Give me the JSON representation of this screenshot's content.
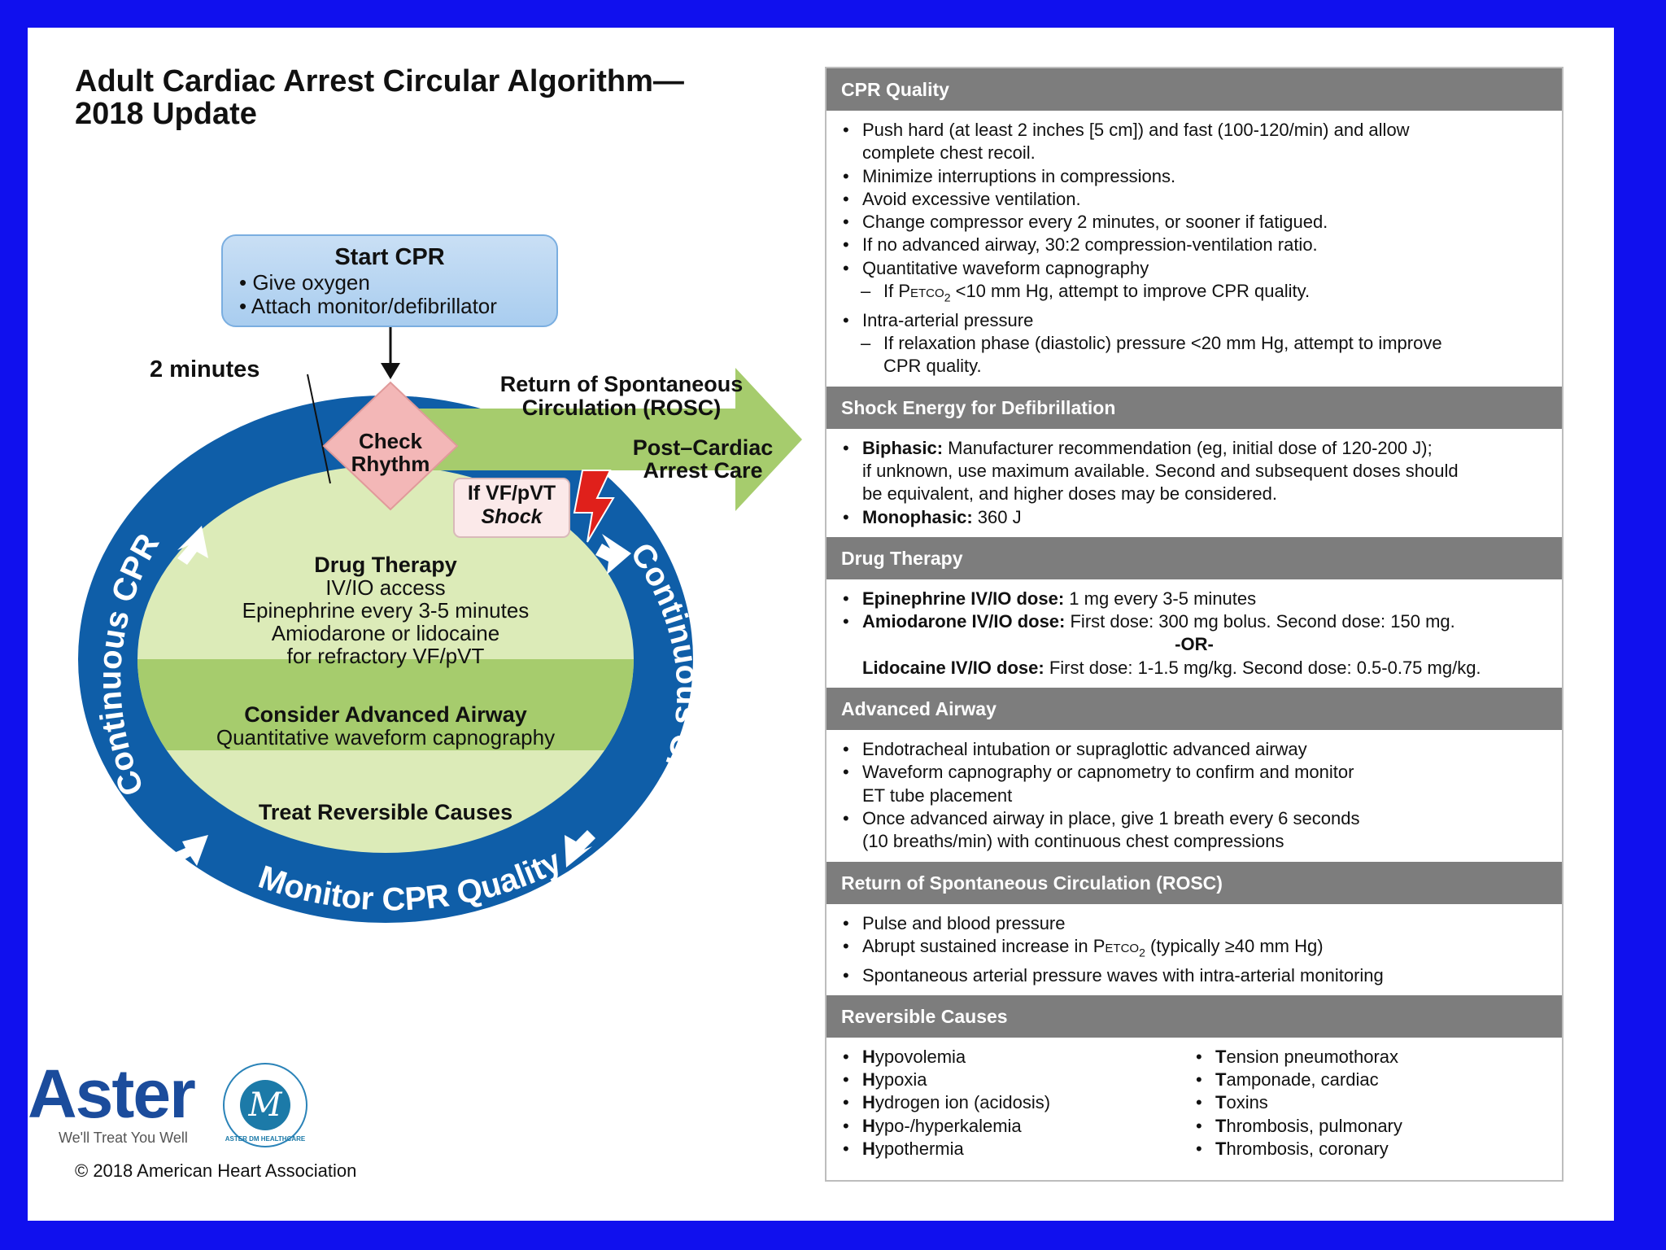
{
  "title": "Adult Cardiac Arrest Circular Algorithm—\n2018 Update",
  "copyright": "© 2018 American Heart Association",
  "logo": {
    "word": "Aster",
    "tagline": "We'll Treat You Well",
    "seal_text": "ASTER DM HEALTHCARE"
  },
  "diagram": {
    "start": {
      "heading": "Start CPR",
      "items": [
        "Give oxygen",
        "Attach monitor/defibrillator"
      ]
    },
    "two_minutes": "2 minutes",
    "check_rhythm": [
      "Check",
      "Rhythm"
    ],
    "rosc_label": [
      "Return of Spontaneous",
      "Circulation (ROSC)"
    ],
    "post_care": [
      "Post–Cardiac",
      "Arrest Care"
    ],
    "shock": [
      "If VF/pVT",
      "Shock"
    ],
    "drug": {
      "heading": "Drug Therapy",
      "lines": [
        "IV/IO access",
        "Epinephrine every 3-5 minutes",
        "Amiodarone or lidocaine",
        "for refractory VF/pVT"
      ]
    },
    "airway": {
      "heading": "Consider Advanced Airway",
      "line": "Quantitative waveform capnography"
    },
    "reversible": "Treat Reversible Causes",
    "ring_left": "Continuous CPR",
    "ring_right": "Continuous CPR",
    "ring_bottom": "Monitor CPR Quality",
    "colors": {
      "ring": "#0f5ea8",
      "inner_light": "#dcebb8",
      "inner_band": "#a6cc6d",
      "arrow": "#a6cc6d",
      "diamond": "#f3b7b7",
      "bolt": "#e0201b"
    }
  },
  "panel": {
    "cpr_quality": {
      "header": "CPR Quality",
      "b1": "Push hard (at least 2 inches [5 cm]) and fast (100-120/min) and allow",
      "b1b": "complete chest recoil.",
      "b2": "Minimize interruptions in compressions.",
      "b3": "Avoid excessive ventilation.",
      "b4": "Change compressor every 2 minutes, or sooner if fatigued.",
      "b5": "If no advanced airway, 30:2 compression-ventilation ratio.",
      "b6": "Quantitative waveform capnography",
      "s6_pre": "If P",
      "s6_sc": "etco",
      "s6_sub": "2",
      "s6_post": " <10 mm Hg, attempt to improve CPR quality.",
      "b7": "Intra-arterial pressure",
      "s7": "If relaxation phase (diastolic) pressure <20 mm Hg, attempt to improve",
      "s7b": "CPR quality."
    },
    "shock_energy": {
      "header": "Shock Energy for Defibrillation",
      "biphasic_label": "Biphasic:",
      "biphasic_text": " Manufacturer recommendation (eg, initial dose of 120-200 J);",
      "biphasic_text2": "if unknown, use maximum available. Second and subsequent doses should",
      "biphasic_text3": "be equivalent, and higher doses may be considered.",
      "mono_label": "Monophasic:",
      "mono_text": " 360 J"
    },
    "drug_therapy": {
      "header": "Drug Therapy",
      "epi_label": "Epinephrine IV/IO dose:",
      "epi_text": " 1 mg every 3-5 minutes",
      "amio_label": "Amiodarone IV/IO dose:",
      "amio_text": " First dose: 300 mg bolus. Second dose: 150 mg.",
      "or": "-OR-",
      "lido_label": "Lidocaine IV/IO dose:",
      "lido_text": " First dose: 1-1.5 mg/kg. Second dose: 0.5-0.75 mg/kg."
    },
    "advanced_airway": {
      "header": "Advanced Airway",
      "b1": "Endotracheal intubation or supraglottic advanced airway",
      "b2": "Waveform capnography or capnometry to confirm and monitor",
      "b2b": "ET tube placement",
      "b3": "Once advanced airway in place, give 1 breath every 6 seconds",
      "b3b": "(10 breaths/min) with continuous chest compressions"
    },
    "rosc": {
      "header": "Return of Spontaneous Circulation (ROSC)",
      "b1": "Pulse and blood pressure",
      "b2_pre": "Abrupt sustained increase in P",
      "b2_sc": "etco",
      "b2_sub": "2",
      "b2_post": " (typically ≥40 mm Hg)",
      "b3": "Spontaneous arterial pressure waves with intra-arterial monitoring"
    },
    "reversible_causes": {
      "header": "Reversible Causes",
      "h_items": [
        {
          "first": "H",
          "rest": "ypovolemia"
        },
        {
          "first": "H",
          "rest": "ypoxia"
        },
        {
          "first": "H",
          "rest": "ydrogen ion (acidosis)"
        },
        {
          "first": "H",
          "rest": "ypo-/hyperkalemia"
        },
        {
          "first": "H",
          "rest": "ypothermia"
        }
      ],
      "t_items": [
        {
          "first": "T",
          "rest": "ension pneumothorax"
        },
        {
          "first": "T",
          "rest": "amponade, cardiac"
        },
        {
          "first": "T",
          "rest": "oxins"
        },
        {
          "first": "T",
          "rest": "hrombosis, pulmonary"
        },
        {
          "first": "T",
          "rest": "hrombosis, coronary"
        }
      ]
    }
  }
}
